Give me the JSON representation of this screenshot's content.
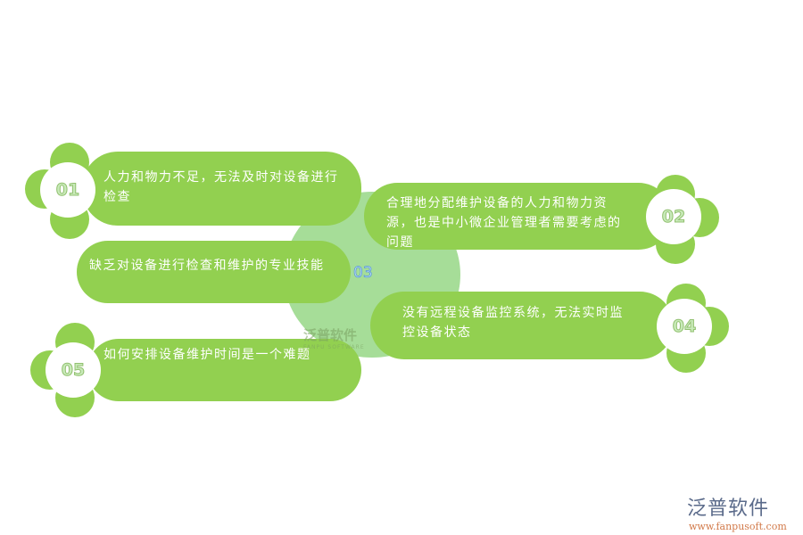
{
  "items": [
    {
      "number": "01",
      "text": "人力和物力不足，无法及时对设备进行检查"
    },
    {
      "number": "02",
      "text": "合理地分配维护设备的人力和物力资源，也是中小微企业管理者需要考虑的问题"
    },
    {
      "number": "03",
      "text": "缺乏对设备进行检查和维护的专业技能"
    },
    {
      "number": "04",
      "text": "没有远程设备监控系统，无法实时监控设备状态"
    },
    {
      "number": "05",
      "text": "如何安排设备维护时间是一个难题"
    }
  ],
  "watermark": {
    "name": "泛普软件",
    "sub": "FANPU SOFTWARE"
  },
  "logo": {
    "name": "泛普软件",
    "url": "www.fanpusoft.com"
  },
  "colors": {
    "pill": "#92d050",
    "center": "#a6dd98"
  }
}
